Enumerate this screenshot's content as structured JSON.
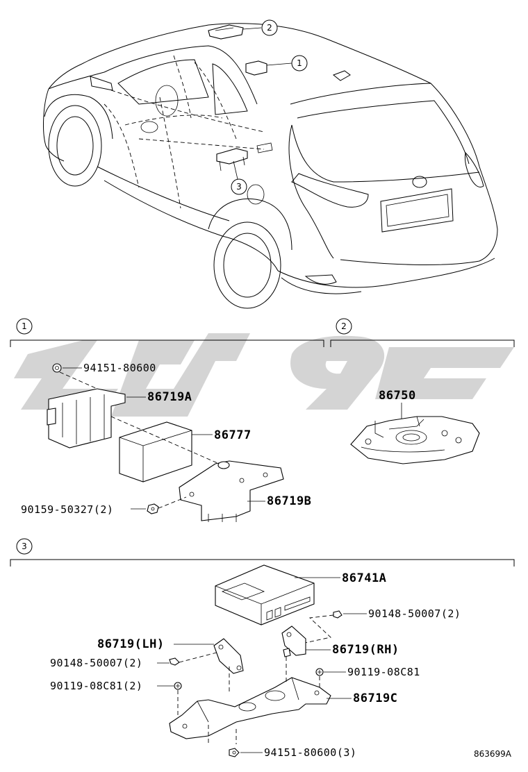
{
  "callouts": [
    "1",
    "2",
    "3"
  ],
  "section_1": {
    "index": "1",
    "labels": {
      "nut_top": "94151-80600",
      "bracket_a": "86719A",
      "module": "86777",
      "bolt": "90159-50327(2)",
      "bracket_b": "86719B"
    }
  },
  "section_2": {
    "index": "2",
    "labels": {
      "part": "86750"
    }
  },
  "section_3": {
    "index": "3",
    "labels": {
      "unit": "86741A",
      "bolt_right": "90148-50007(2)",
      "bracket_lh": "86719(LH)",
      "bracket_rh": "86719(RH)",
      "bolt_left": "90148-50007(2)",
      "screw_right": "90119-08C81",
      "screw_left": "90119-08C81(2)",
      "bracket_c": "86719C",
      "nut_bottom": "94151-80600(3)"
    }
  },
  "diagram_code": "863699A",
  "watermark_color": "#d4d4d4"
}
